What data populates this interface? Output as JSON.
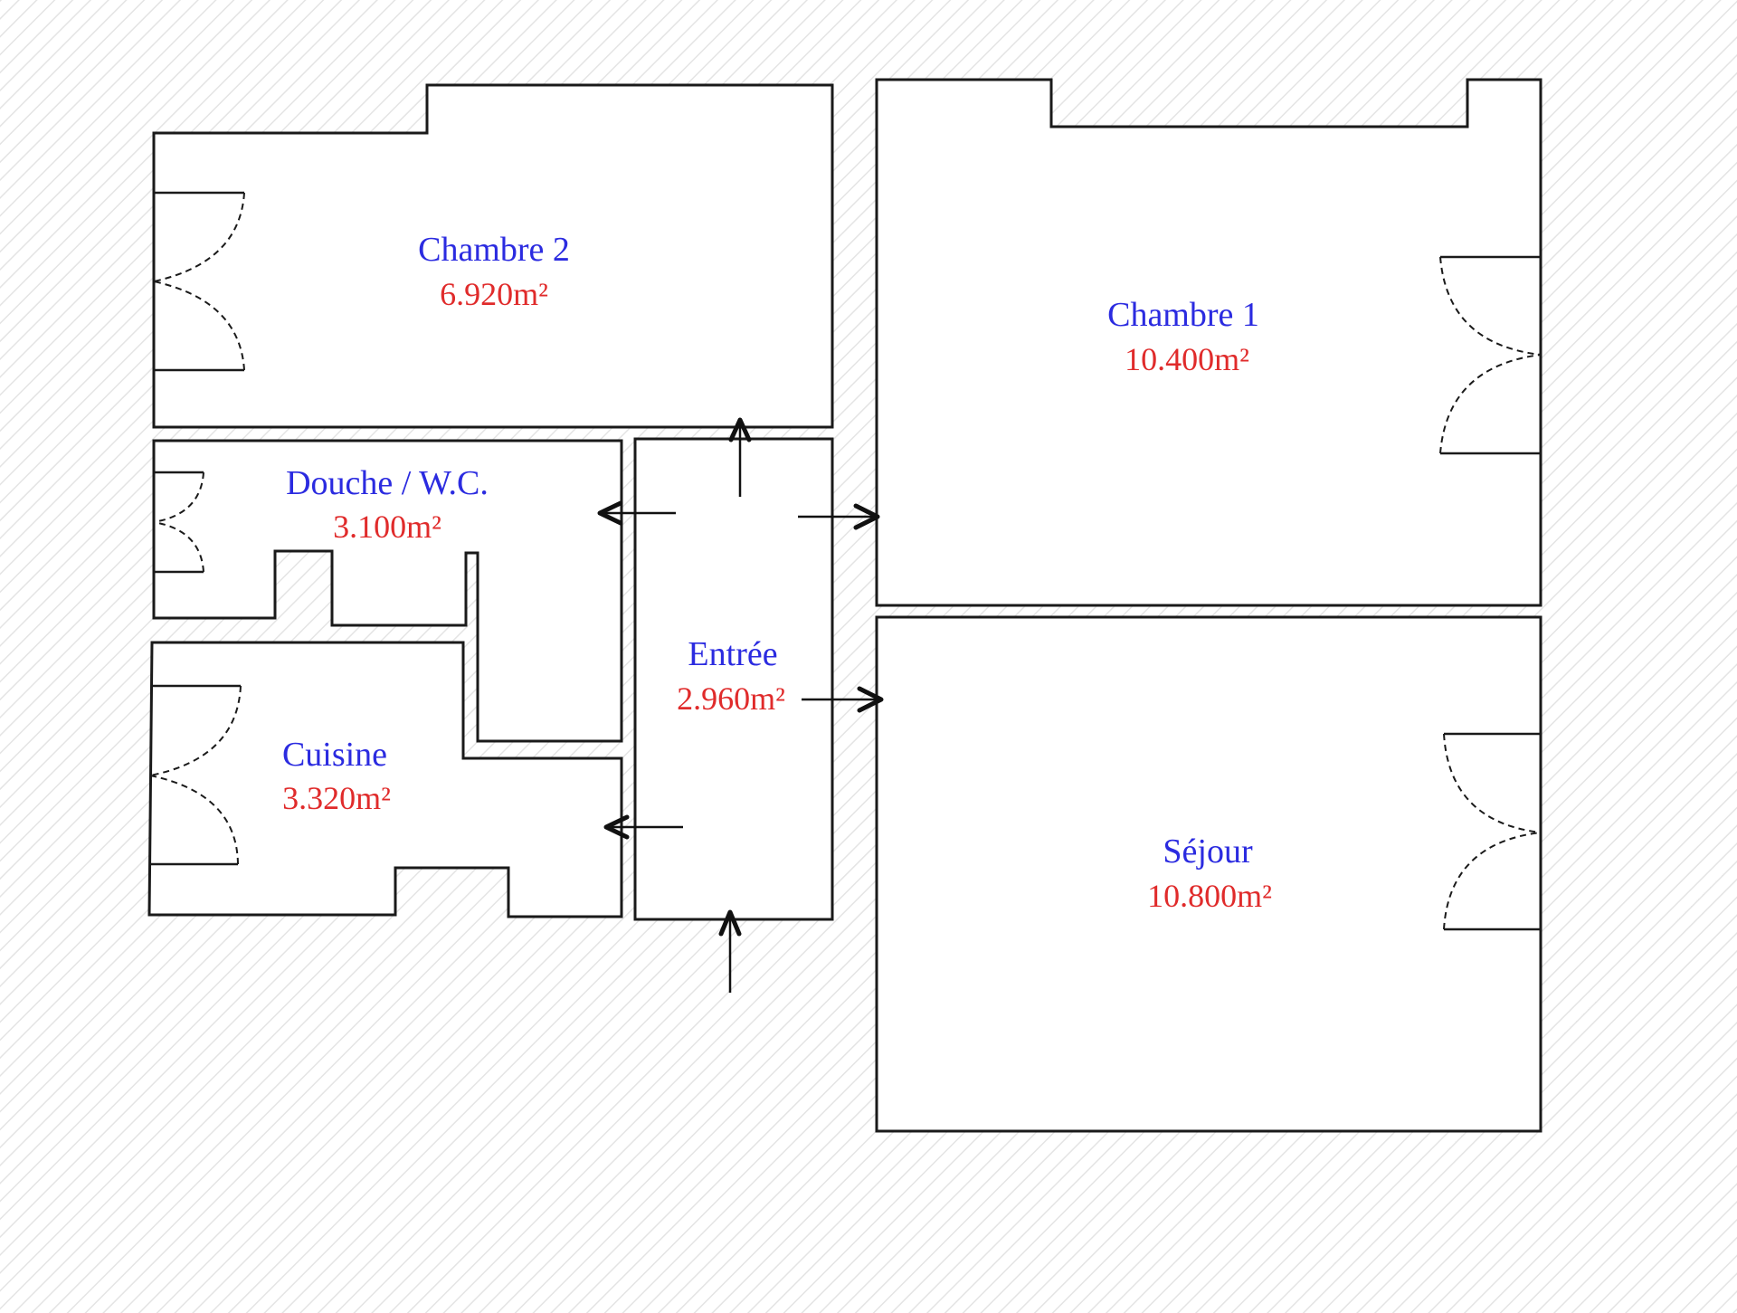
{
  "colors": {
    "room_name": "#2b2be0",
    "room_area": "#e02b2b",
    "hatch": "#e4e4e4",
    "wall": "#1a1a1a"
  },
  "rooms": {
    "chambre2": {
      "name": "Chambre 2",
      "area": "6.920m²"
    },
    "chambre1": {
      "name": "Chambre 1",
      "area": "10.400m²"
    },
    "douche": {
      "name": "Douche / W.C.",
      "area": "3.100m²"
    },
    "entree": {
      "name": "Entrée",
      "area": "2.960m²"
    },
    "cuisine": {
      "name": "Cuisine",
      "area": "3.320m²"
    },
    "sejour": {
      "name": "Séjour",
      "area": "10.800m²"
    }
  }
}
